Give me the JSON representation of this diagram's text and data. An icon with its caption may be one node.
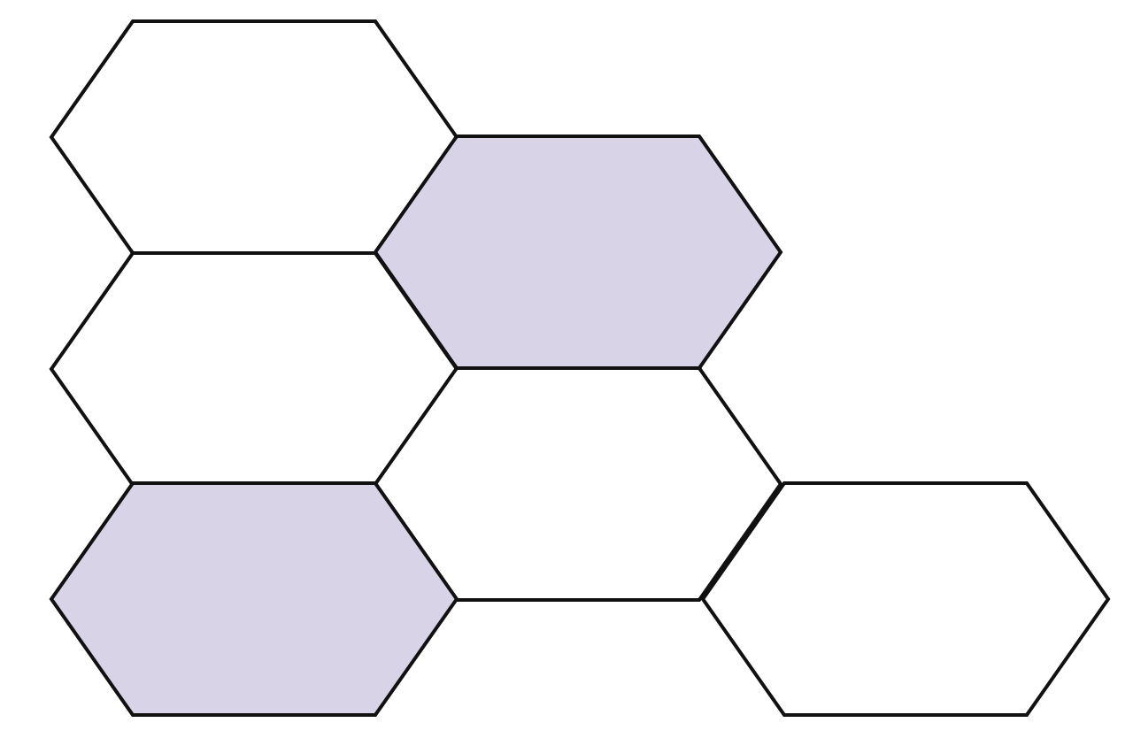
{
  "diagram": {
    "nodes": [
      {
        "text": [],
        "shape": "hexagon"
      },
      {
        "text": [],
        "shape": "hexagon"
      },
      {
        "text": [],
        "shape": "hexagon"
      },
      {
        "text": [],
        "shape": "hexagon"
      },
      {
        "text": [],
        "shape": "hexagon"
      },
      {
        "text": [],
        "shape": "hexagon"
      }
    ]
  }
}
